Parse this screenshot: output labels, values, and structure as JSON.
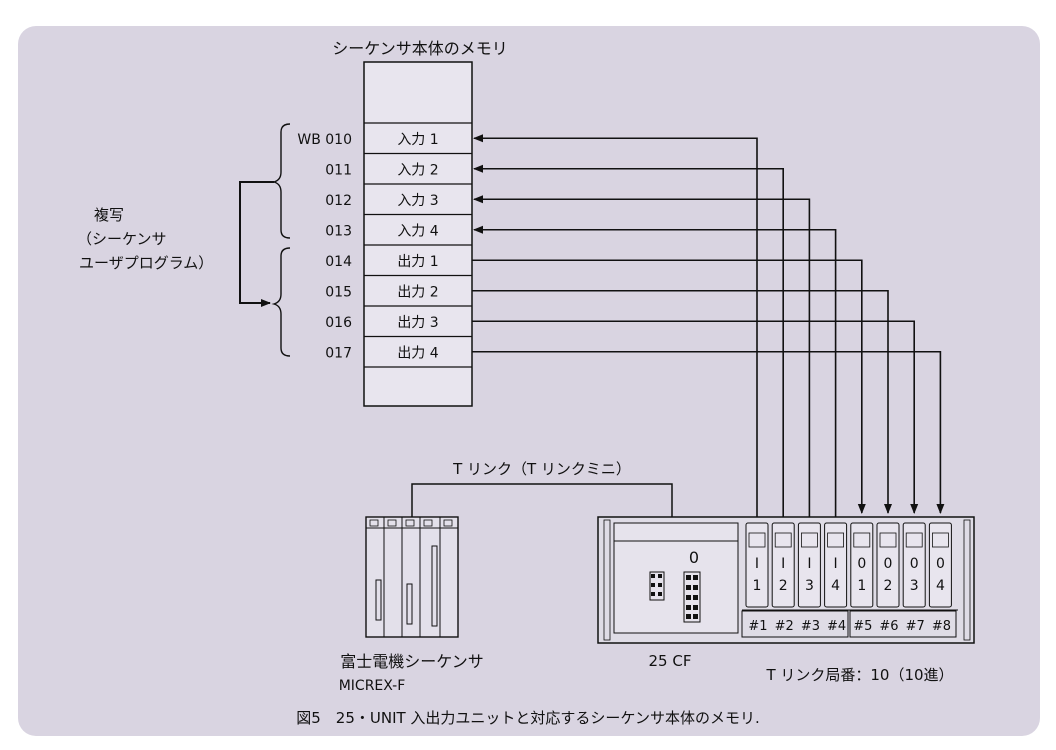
{
  "colors": {
    "background": "#d9d4e1",
    "border": "#ffffff",
    "line": "#111111",
    "module_fill": "#dfdce6",
    "module_inner": "#e6e3ec"
  },
  "memory": {
    "title": "シーケンサ本体のメモリ",
    "rows": [
      {
        "address": "WB 010",
        "label": "入力 1"
      },
      {
        "address": "011",
        "label": "入力 2"
      },
      {
        "address": "012",
        "label": "入力 3"
      },
      {
        "address": "013",
        "label": "入力 4"
      },
      {
        "address": "014",
        "label": "出力 1"
      },
      {
        "address": "015",
        "label": "出力 2"
      },
      {
        "address": "016",
        "label": "出力 3"
      },
      {
        "address": "017",
        "label": "出力 4"
      }
    ]
  },
  "copy_label": [
    "複写",
    "（シーケンサ",
    "ユーザプログラム）"
  ],
  "link_label": "T リンク（T リンクミニ）",
  "plc": {
    "name_line1": "富士電機シーケンサ",
    "name_line2": "MICREX-F"
  },
  "unit": {
    "name": "25 CF",
    "channel_digit": "0",
    "modules": [
      {
        "top": "I",
        "bottom": "1",
        "station": "#1"
      },
      {
        "top": "I",
        "bottom": "2",
        "station": "#2"
      },
      {
        "top": "I",
        "bottom": "3",
        "station": "#3"
      },
      {
        "top": "I",
        "bottom": "4",
        "station": "#4"
      },
      {
        "top": "0",
        "bottom": "1",
        "station": "#5"
      },
      {
        "top": "0",
        "bottom": "2",
        "station": "#6"
      },
      {
        "top": "0",
        "bottom": "3",
        "station": "#7"
      },
      {
        "top": "0",
        "bottom": "4",
        "station": "#8"
      }
    ]
  },
  "station_label": "T リンク局番：10（10進）",
  "caption": "図5　25・UNIT 入出力ユニットと対応するシーケンサ本体のメモリ."
}
